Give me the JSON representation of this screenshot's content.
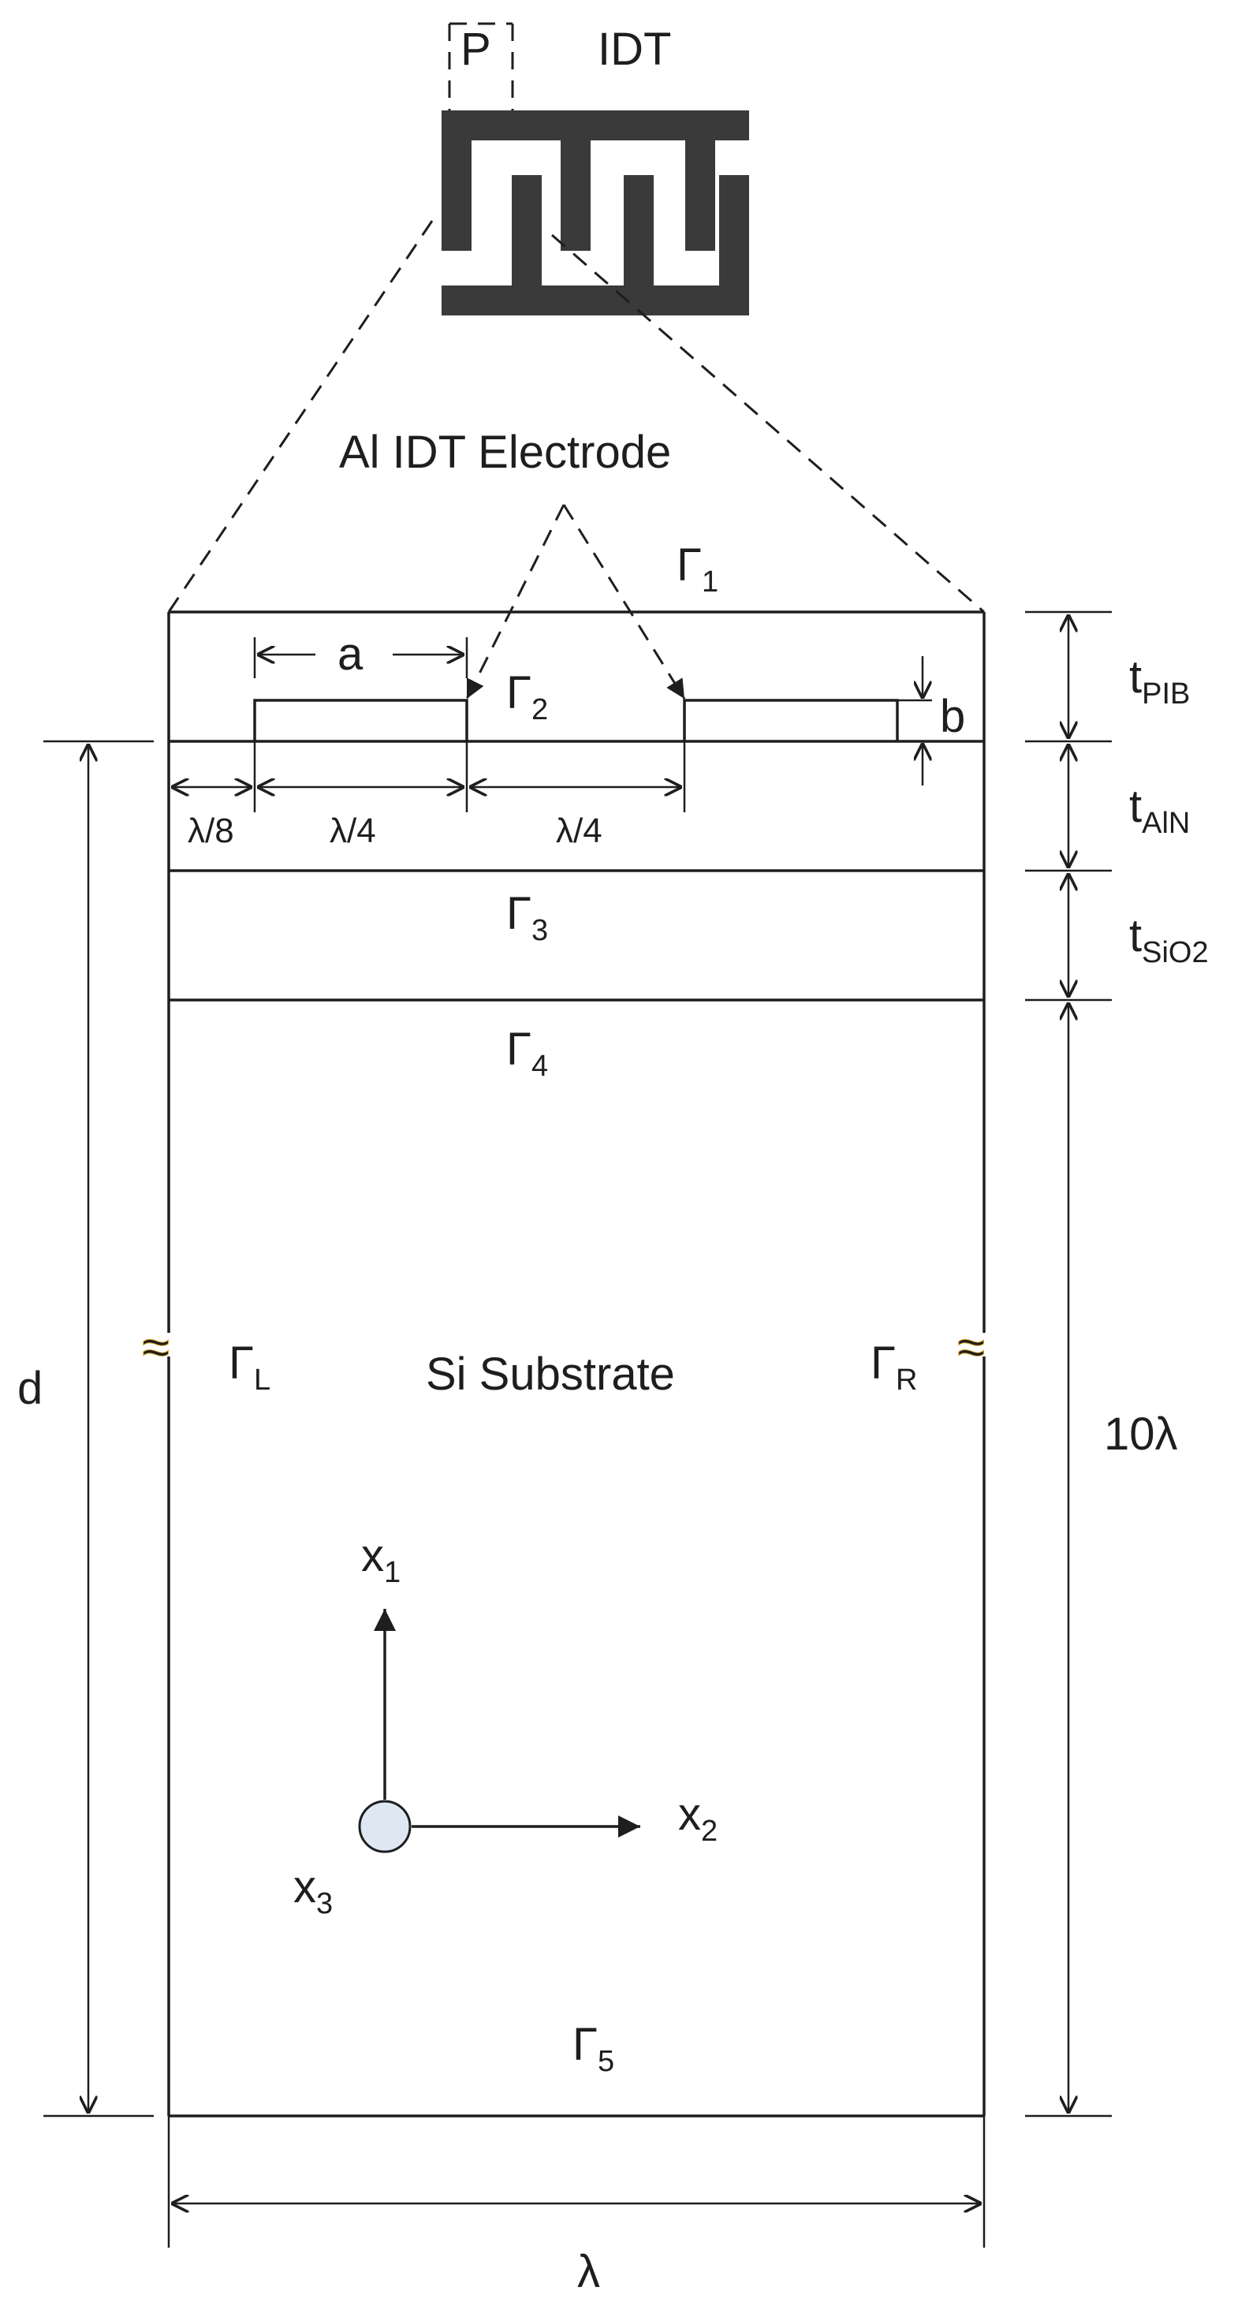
{
  "labels": {
    "p": "P",
    "idt": "IDT",
    "electrode": "Al IDT Electrode",
    "gamma": "Γ",
    "gamma1_sub": "1",
    "gamma2_sub": "2",
    "gamma3_sub": "3",
    "gamma4_sub": "4",
    "gamma5_sub": "5",
    "gammaL_sub": "L",
    "gammaR_sub": "R",
    "a": "a",
    "b": "b",
    "t": "t",
    "t_pib_sub": "PIB",
    "t_aln_sub": "AlN",
    "t_sio2_sub": "SiO2",
    "lambda8": "λ/8",
    "lambda4_1": "λ/4",
    "lambda4_2": "λ/4",
    "d": "d",
    "ten_lambda": "10λ",
    "lambda": "λ",
    "substrate": "Si Substrate",
    "x": "x",
    "x1_sub": "1",
    "x2_sub": "2",
    "x3_sub": "3",
    "break_left": "≈",
    "break_right": "≈"
  },
  "colors": {
    "line": "#1e1e1e",
    "idt_fill": "#3a3a3a",
    "origin_fill": "#dde8f3",
    "break_accent": "#d9a520"
  }
}
